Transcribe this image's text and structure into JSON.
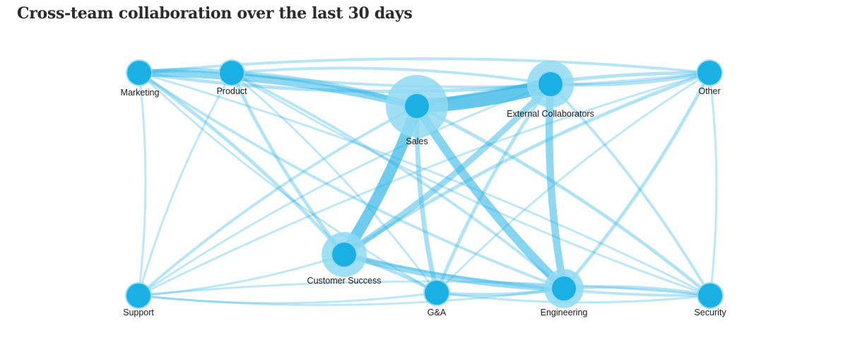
{
  "title": "Cross-team collaboration over the last 30 days",
  "colors": {
    "node": "#1ab0e4",
    "halo": "#8fd9f2",
    "edge": "#38b8e6",
    "label": "#1a1a1a",
    "title": "#2b2b2b"
  },
  "nodes": [
    {
      "id": "marketing",
      "label": "Marketing",
      "halo": 0
    },
    {
      "id": "product",
      "label": "Product",
      "halo": 0
    },
    {
      "id": "sales",
      "label": "Sales",
      "halo": 1
    },
    {
      "id": "external",
      "label": "External Collaborators",
      "halo": 0.6
    },
    {
      "id": "other",
      "label": "Other",
      "halo": 0
    },
    {
      "id": "support",
      "label": "Support",
      "halo": 0
    },
    {
      "id": "customer_success",
      "label": "Customer Success",
      "halo": 0.55
    },
    {
      "id": "ga",
      "label": "G&A",
      "halo": 0
    },
    {
      "id": "engineering",
      "label": "Engineering",
      "halo": 0.4
    },
    {
      "id": "security",
      "label": "Security",
      "halo": 0
    }
  ],
  "edges": [
    {
      "source": "sales",
      "target": "external",
      "weight": 10
    },
    {
      "source": "sales",
      "target": "customer_success",
      "weight": 8
    },
    {
      "source": "sales",
      "target": "engineering",
      "weight": 6
    },
    {
      "source": "marketing",
      "target": "sales",
      "weight": 5
    },
    {
      "source": "external",
      "target": "engineering",
      "weight": 5
    },
    {
      "source": "external",
      "target": "customer_success",
      "weight": 4
    },
    {
      "source": "customer_success",
      "target": "engineering",
      "weight": 4
    },
    {
      "source": "product",
      "target": "sales",
      "weight": 3
    },
    {
      "source": "sales",
      "target": "ga",
      "weight": 3
    },
    {
      "source": "marketing",
      "target": "product",
      "weight": 3
    },
    {
      "source": "marketing",
      "target": "external",
      "weight": 2
    },
    {
      "source": "sales",
      "target": "other",
      "weight": 2
    },
    {
      "source": "external",
      "target": "other",
      "weight": 2
    },
    {
      "source": "customer_success",
      "target": "other",
      "weight": 2
    },
    {
      "source": "engineering",
      "target": "other",
      "weight": 2
    },
    {
      "source": "engineering",
      "target": "security",
      "weight": 2
    },
    {
      "source": "product",
      "target": "customer_success",
      "weight": 2
    },
    {
      "source": "marketing",
      "target": "customer_success",
      "weight": 2
    },
    {
      "source": "external",
      "target": "ga",
      "weight": 2
    },
    {
      "source": "customer_success",
      "target": "ga",
      "weight": 2
    },
    {
      "source": "ga",
      "target": "engineering",
      "weight": 2
    },
    {
      "source": "sales",
      "target": "security",
      "weight": 2
    },
    {
      "source": "sales",
      "target": "support",
      "weight": 1.5
    },
    {
      "source": "product",
      "target": "engineering",
      "weight": 1.5
    },
    {
      "source": "marketing",
      "target": "engineering",
      "weight": 1.5
    },
    {
      "source": "marketing",
      "target": "other",
      "weight": 1.5
    },
    {
      "source": "product",
      "target": "other",
      "weight": 1.5
    },
    {
      "source": "product",
      "target": "external",
      "weight": 1.5
    },
    {
      "source": "customer_success",
      "target": "security",
      "weight": 1.5
    },
    {
      "source": "external",
      "target": "security",
      "weight": 1.5
    },
    {
      "source": "support",
      "target": "customer_success",
      "weight": 1
    },
    {
      "source": "support",
      "target": "external",
      "weight": 1
    },
    {
      "source": "support",
      "target": "engineering",
      "weight": 1
    },
    {
      "source": "support",
      "target": "security",
      "weight": 1
    },
    {
      "source": "support",
      "target": "ga",
      "weight": 1
    },
    {
      "source": "marketing",
      "target": "support",
      "weight": 1
    },
    {
      "source": "product",
      "target": "support",
      "weight": 1
    },
    {
      "source": "product",
      "target": "ga",
      "weight": 1
    },
    {
      "source": "product",
      "target": "security",
      "weight": 1
    },
    {
      "source": "marketing",
      "target": "security",
      "weight": 1
    },
    {
      "source": "marketing",
      "target": "ga",
      "weight": 1
    },
    {
      "source": "ga",
      "target": "other",
      "weight": 1
    },
    {
      "source": "ga",
      "target": "security",
      "weight": 1
    },
    {
      "source": "other",
      "target": "security",
      "weight": 1
    },
    {
      "source": "other",
      "target": "support",
      "weight": 1
    }
  ]
}
